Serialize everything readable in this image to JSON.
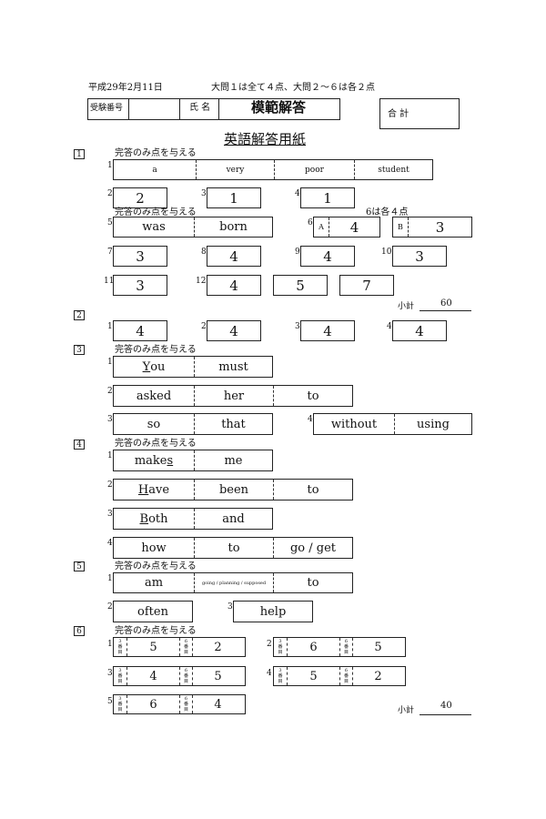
{
  "header": {
    "date": "平成29年2月11日",
    "scoring": "大問１は全て４点、大問２～６は各２点",
    "exam_number_label": "受験番号",
    "name_label": "氏 名",
    "model_answer": "模範解答",
    "total_label": "合 計"
  },
  "title": "英語解答用紙",
  "note_complete": "完答のみ点を与える",
  "note_q6": "6は各４点",
  "sections": [
    "1",
    "2",
    "3",
    "4",
    "5",
    "6"
  ],
  "q1": {
    "i1": [
      "a",
      "very",
      "poor",
      "student"
    ],
    "i2": "2",
    "i3": "1",
    "i4": "1",
    "i5": [
      "was",
      "born"
    ],
    "i6": {
      "label_a": "A",
      "a": "4",
      "label_b": "B",
      "b": "3"
    },
    "i7": "3",
    "i8": "4",
    "i9": "4",
    "i10": "3",
    "i11": "3",
    "i12": [
      "4",
      "5",
      "7"
    ]
  },
  "q2": [
    "4",
    "4",
    "4",
    "4"
  ],
  "q3": {
    "i1": [
      "Y",
      "ou",
      "must"
    ],
    "i2": [
      "asked",
      "her",
      "to"
    ],
    "i3": [
      "so",
      "that"
    ],
    "i4": [
      "without",
      "using"
    ]
  },
  "q4": {
    "i1": [
      "make",
      "s",
      "me"
    ],
    "i2": [
      "H",
      "ave",
      "been",
      "to"
    ],
    "i3": [
      "B",
      "oth",
      "and"
    ],
    "i4": [
      "how",
      "to",
      "go / get"
    ]
  },
  "q5": {
    "i1": [
      "am",
      "going / planning / supposed",
      "to"
    ],
    "i2": "often",
    "i3": "help"
  },
  "q6": {
    "mini_label": [
      "3",
      "番",
      "目",
      "6",
      "番",
      "目"
    ],
    "rows": [
      [
        "5",
        "2"
      ],
      [
        "6",
        "5"
      ],
      [
        "4",
        "5"
      ],
      [
        "5",
        "2"
      ],
      [
        "6",
        "4"
      ]
    ]
  },
  "subtotal": {
    "label": "小計",
    "first": "60",
    "second": "40"
  },
  "item_numbers": [
    "1",
    "2",
    "3",
    "4",
    "5",
    "6",
    "7",
    "8",
    "9",
    "10",
    "11",
    "12"
  ]
}
